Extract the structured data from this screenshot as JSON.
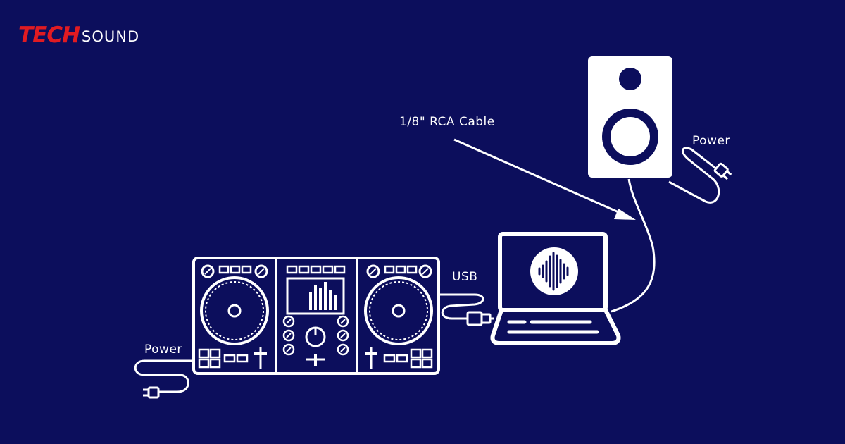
{
  "brand": {
    "part1": "TECH",
    "part2": "SOUND"
  },
  "labels": {
    "rca_cable": "1/8\" RCA Cable",
    "speaker_power": "Power",
    "usb": "USB",
    "controller_power": "Power"
  },
  "colors": {
    "background": "#0c0e5c",
    "line": "#ffffff",
    "brand_red": "#e01b22"
  },
  "icons": [
    "speaker-icon",
    "laptop-icon",
    "dj-controller-icon",
    "power-plug-icon",
    "usb-plug-icon",
    "waveform-logo-icon"
  ]
}
